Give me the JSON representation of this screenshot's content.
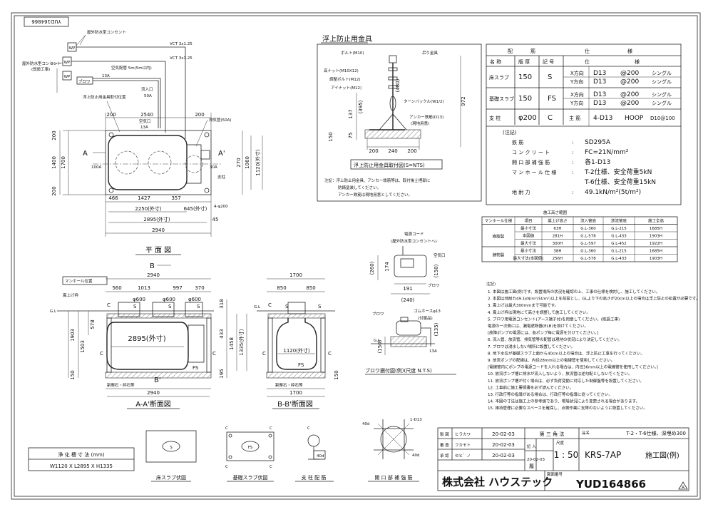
{
  "border": {
    "drawing_number_rotated": "YUD164866"
  },
  "plan_view": {
    "title": "平 面 図",
    "outlet_labels": [
      {
        "id": "o1",
        "text": "屋外防水型コンセント"
      },
      {
        "id": "o2",
        "text": "屋外防水型コンセント"
      },
      {
        "id": "o3",
        "text": "(既設工事)"
      }
    ],
    "wp_labels": [
      "WP",
      "WP",
      "WP"
    ],
    "blower_label": "ブロワ",
    "vct_labels": [
      "VCT 3x1.25",
      "VCT 3x1.25"
    ],
    "air_pipe": "空気配管 5m(5m以内)",
    "pipe_13a": "13A",
    "labels": {
      "inflow": "流入口",
      "inflow_size": "50A",
      "anchor_pos": "浮上防止用金具取付位置",
      "air_inlet": "空気口",
      "air_inlet_size": "13A",
      "exhaust": "排気管(50A)",
      "outlet_30a": "30A",
      "in_100a": "100A",
      "column": "支柱",
      "column_spec": "4-φ200",
      "A": "A",
      "A2": "A'"
    },
    "dims": {
      "d200a": "200",
      "d2540": "2540",
      "d200b": "200",
      "d200c": "200",
      "d200d": "200",
      "d1700": "1700",
      "d1400": "1400",
      "d270": "270",
      "d1060": "1060",
      "d1120": "1120(外寸)",
      "d466": "466",
      "d1427": "1427",
      "d357": "357",
      "d2250": "2250(外寸)",
      "d645": "645(外寸)",
      "d2895": "2895(外寸)",
      "d45": "45",
      "d2940": "2940",
      "d30": "30"
    }
  },
  "anchor_detail": {
    "title": "浮上防止用金具",
    "labels": {
      "bolt": "ボルト(M10)",
      "hook": "吊り金具",
      "nut_high": "高ナット(M10X12)",
      "adj_bolt": "調整ボルト(M12)",
      "eye_nut": "アイナット(M12)",
      "turnbuckle": "ターンバックル(W1/2)",
      "anchor": "アンカー鉄筋(D13)",
      "onsite": "(現地用意)"
    },
    "dims": {
      "d137": "137",
      "d395": "(395)",
      "d480": "(480)",
      "d972": "972",
      "d150": "150",
      "d75": "75",
      "d200a": "200",
      "d240": "240",
      "d200b": "200"
    },
    "caption": "浮上防止用金具取付図(S=NTS)",
    "notes": [
      "注記：浮上防止用金具、アンカー鉄筋等は、取付後土埋部に",
      "防錆塗装してください。",
      "アンカー鉄筋は現地用意としてください。"
    ]
  },
  "rebar_table": {
    "header_top": [
      "配",
      "筋",
      "仕",
      "様"
    ],
    "header": [
      "名 称",
      "版 厚",
      "記 号",
      "仕",
      "様"
    ],
    "rows": [
      {
        "name": "床スラブ",
        "thick": "150",
        "sym": "S",
        "lines": [
          [
            "X方向",
            "D13",
            "@200",
            "シングル"
          ],
          [
            "Y方向",
            "D13",
            "@200",
            "シングル"
          ]
        ]
      },
      {
        "name": "基礎スラブ",
        "thick": "150",
        "sym": "FS",
        "lines": [
          [
            "X方向",
            "D13",
            "@200",
            "シングル"
          ],
          [
            "Y方向",
            "D13",
            "@200",
            "シングル"
          ]
        ]
      },
      {
        "name": "支 柱",
        "thick": "φ200",
        "sym": "C",
        "lines": [
          [
            "主 筋",
            "4-D13",
            "HOOP",
            "D10@100"
          ]
        ]
      }
    ],
    "note_title": "(注記)",
    "notes": [
      {
        "k": "鉄 筋",
        "v": "SD295A"
      },
      {
        "k": "コ ン ク リ ー ト",
        "v": "FC=21N/mm²"
      },
      {
        "k": "開 口 部 補 強 筋",
        "v": "各1-D13"
      },
      {
        "k": "マ ン ホ ー ル 仕 様",
        "v": "T-2仕様、安全荷重5kN"
      },
      {
        "k": "",
        "v": "T-6仕様、安全荷重15kN"
      },
      {
        "k": "地 耐 力",
        "v": "49.1kN/m²(5t/m²)"
      }
    ]
  },
  "depth_table": {
    "title": "施工高さ範囲",
    "header": [
      "マンホール仕様",
      "項目",
      "嵩上げ高さ",
      "流入管底",
      "放流管底",
      "施工全高"
    ],
    "groups": [
      {
        "name": "樹脂製",
        "rows": [
          [
            "最小寸法",
            "63H",
            "G.L-360",
            "G.L-215",
            "1685H"
          ],
          [
            "本図値",
            "281H",
            "G.L-578",
            "G.L-433",
            "1903H"
          ],
          [
            "最大寸法",
            "300H",
            "G.L-597",
            "G.L-452",
            "1922H"
          ]
        ]
      },
      {
        "name": "鋳物製",
        "rows": [
          [
            "最小寸法",
            "38H",
            "G.L-360",
            "G.L-215",
            "1685H"
          ],
          [
            "最大寸法(本図値)",
            "256H",
            "G.L-578",
            "G.L-433",
            "1903H"
          ]
        ]
      }
    ]
  },
  "power_detail": {
    "labels": {
      "cord": "電源コード",
      "outlet": "(屋外防水型コンセントへ)",
      "air": "空気口",
      "blower": "ブロワ",
      "hose": "ゴムホースφ13",
      "attach": "(付属品)",
      "gl": "G.L",
      "a13": "13A"
    },
    "dims": {
      "d260": "(260)",
      "d174": "174",
      "d150": "(150)",
      "d191": "191",
      "d240": "(240)",
      "d135": "(135)"
    },
    "caption": "ブロワ据付図(例)(尺度 N.T.S)"
  },
  "section_aa": {
    "title": "A-A'断面図",
    "labels": {
      "manhole": "マンホール位置",
      "raise": "嵩上げ枠",
      "gl": "G.L",
      "c": "C",
      "s": "S",
      "fs": "FS",
      "crush": "割栗石・砕石等",
      "B": "B",
      "B2": "B'"
    },
    "dims": {
      "d2940": "2940",
      "d560": "560",
      "d1013": "1013",
      "d997": "997",
      "d370": "370",
      "d600a": "φ600",
      "d600b": "φ600",
      "d600c": "φ600",
      "d318": "318",
      "d578": "578",
      "d433": "433",
      "d1458": "1458",
      "d1335": "1335(外寸)",
      "d1503": "1503",
      "d1903": "1903",
      "d150": "150",
      "d195": "195",
      "d2895": "2895(外寸)",
      "d2940b": "2940"
    }
  },
  "section_bb": {
    "title": "B-B'断面図",
    "labels": {
      "c": "C",
      "s": "S",
      "fs": "FS",
      "crush": "割栗石・砕石等",
      "gl": "G.L"
    },
    "dims": {
      "d1700": "1700",
      "d850a": "850",
      "d850b": "850",
      "d1120": "1120(外寸)",
      "d1700b": "1700",
      "d150": "150"
    }
  },
  "general_notes": {
    "title": "注記)",
    "lines": [
      "1. 本図は施工図(例)です。設置場所の状況を確認の上、工事の仕様を検討し、施工してください。",
      "2. 本図は地耐力49.1kN/m²(5t/m²)以上を前提とし、GLより下の高さが20cm以上の場合は浮上防止の処置が必要です。",
      "3. 嵩上げは最大300mmまで可能です。",
      "4. 嵩上げ枠は現地にて高さを調整して施工してください。",
      "5. ブロワ用電源コンセント(アース端子付)を用意してください。(既設工事)",
      "   電源の一次側には、漏電遮断器(ELB)を設けてください。",
      "   [故障ポンプの電源には、各ポンプ毎に電源を分けてください。]",
      "6. 流入管、放流管、排気管等の配管は現地の状況により決定してください。",
      "7. ブロワは浸水しない場所に設置してください。",
      "8. 地下水位が基礎スラブ上面から40cm以上の場合は、浮上防止工事を行ってください。",
      "9. 放流ポンプの配線は、内径28mm以上の電線管を使用してください。",
      "   [電線管内にポンプの電源コードを入れる場合は、内径36mm以上の電線管を使用してください。]",
      "10. 放流ポンプ槽に排水が流入しないよう、放流管は逆勾配としないでください。",
      "11. 放流ポンプ槽が付く場合は、必ず負荷変動に対応した制御盤等を設置してください。",
      "12. 工事前に施工要領書を必ず読んでください。",
      "13. 行政庁等の指導がある場合は、行政庁等の指導に従ってください。",
      "14. 本図の寸法は施工上の参考値であり、現場状況により変更される場合があります。",
      "15. 維持管理に必要なスペースを確保し、点検作業に支障のないように設置してください。"
    ]
  },
  "details": {
    "floor_slab": {
      "title": "床スラブ伏図",
      "mark": "S"
    },
    "base_slab": {
      "title": "基礎スラブ伏図",
      "mark": "FS"
    },
    "column": {
      "title": "支 柱 配 筋",
      "c": "C",
      "d40": "40d"
    },
    "opening": {
      "title": "開 口 部 補 強 筋",
      "label": "1-D13",
      "d40a": "40d",
      "d40b": "40d"
    }
  },
  "size_box": {
    "title": "浄 化 槽 寸 法 (mm)",
    "value": "W1120 X L2895 X H1335"
  },
  "title_block": {
    "rows": [
      {
        "role": "製 図",
        "name": "ヒラカワ",
        "date": "20-02-03"
      },
      {
        "role": "審 査",
        "name": "フカモト",
        "date": "20-02-03"
      },
      {
        "role": "承 認",
        "name": "セヒ゛ノ",
        "date": "20-02-03"
      }
    ],
    "angle": "第 三 角 法",
    "scale_label": "尺度",
    "scale": "1 : 50",
    "kinyu": "記 入",
    "kinyu_date": "20-02-03",
    "rev": "履",
    "name_label": "品名",
    "spec": "T-2・T-6仕様、深埋め300",
    "model": "KRS-7AP",
    "kind": "施工図(例)",
    "company": "株式会社 ハウステック",
    "drawno_label": "図面番号",
    "drawno": "YUD164866",
    "rev_mark": "A"
  }
}
